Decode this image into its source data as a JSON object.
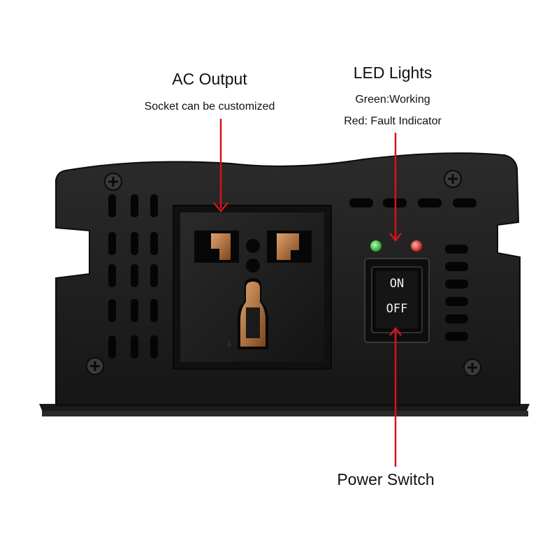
{
  "annotations": {
    "ac_output": {
      "title": "AC Output",
      "subtitle": "Socket can be customized"
    },
    "led_lights": {
      "title": "LED Lights",
      "green_line": "Green:Working",
      "red_line": "Red: Fault Indicator"
    },
    "power_switch": {
      "title": "Power Switch"
    }
  },
  "switch": {
    "on_label": "ON",
    "off_label": "OFF"
  },
  "colors": {
    "arrow": "#d4141c",
    "led_green": "#3fcf3f",
    "led_red": "#e8261f",
    "housing": "#1e1e1e"
  }
}
